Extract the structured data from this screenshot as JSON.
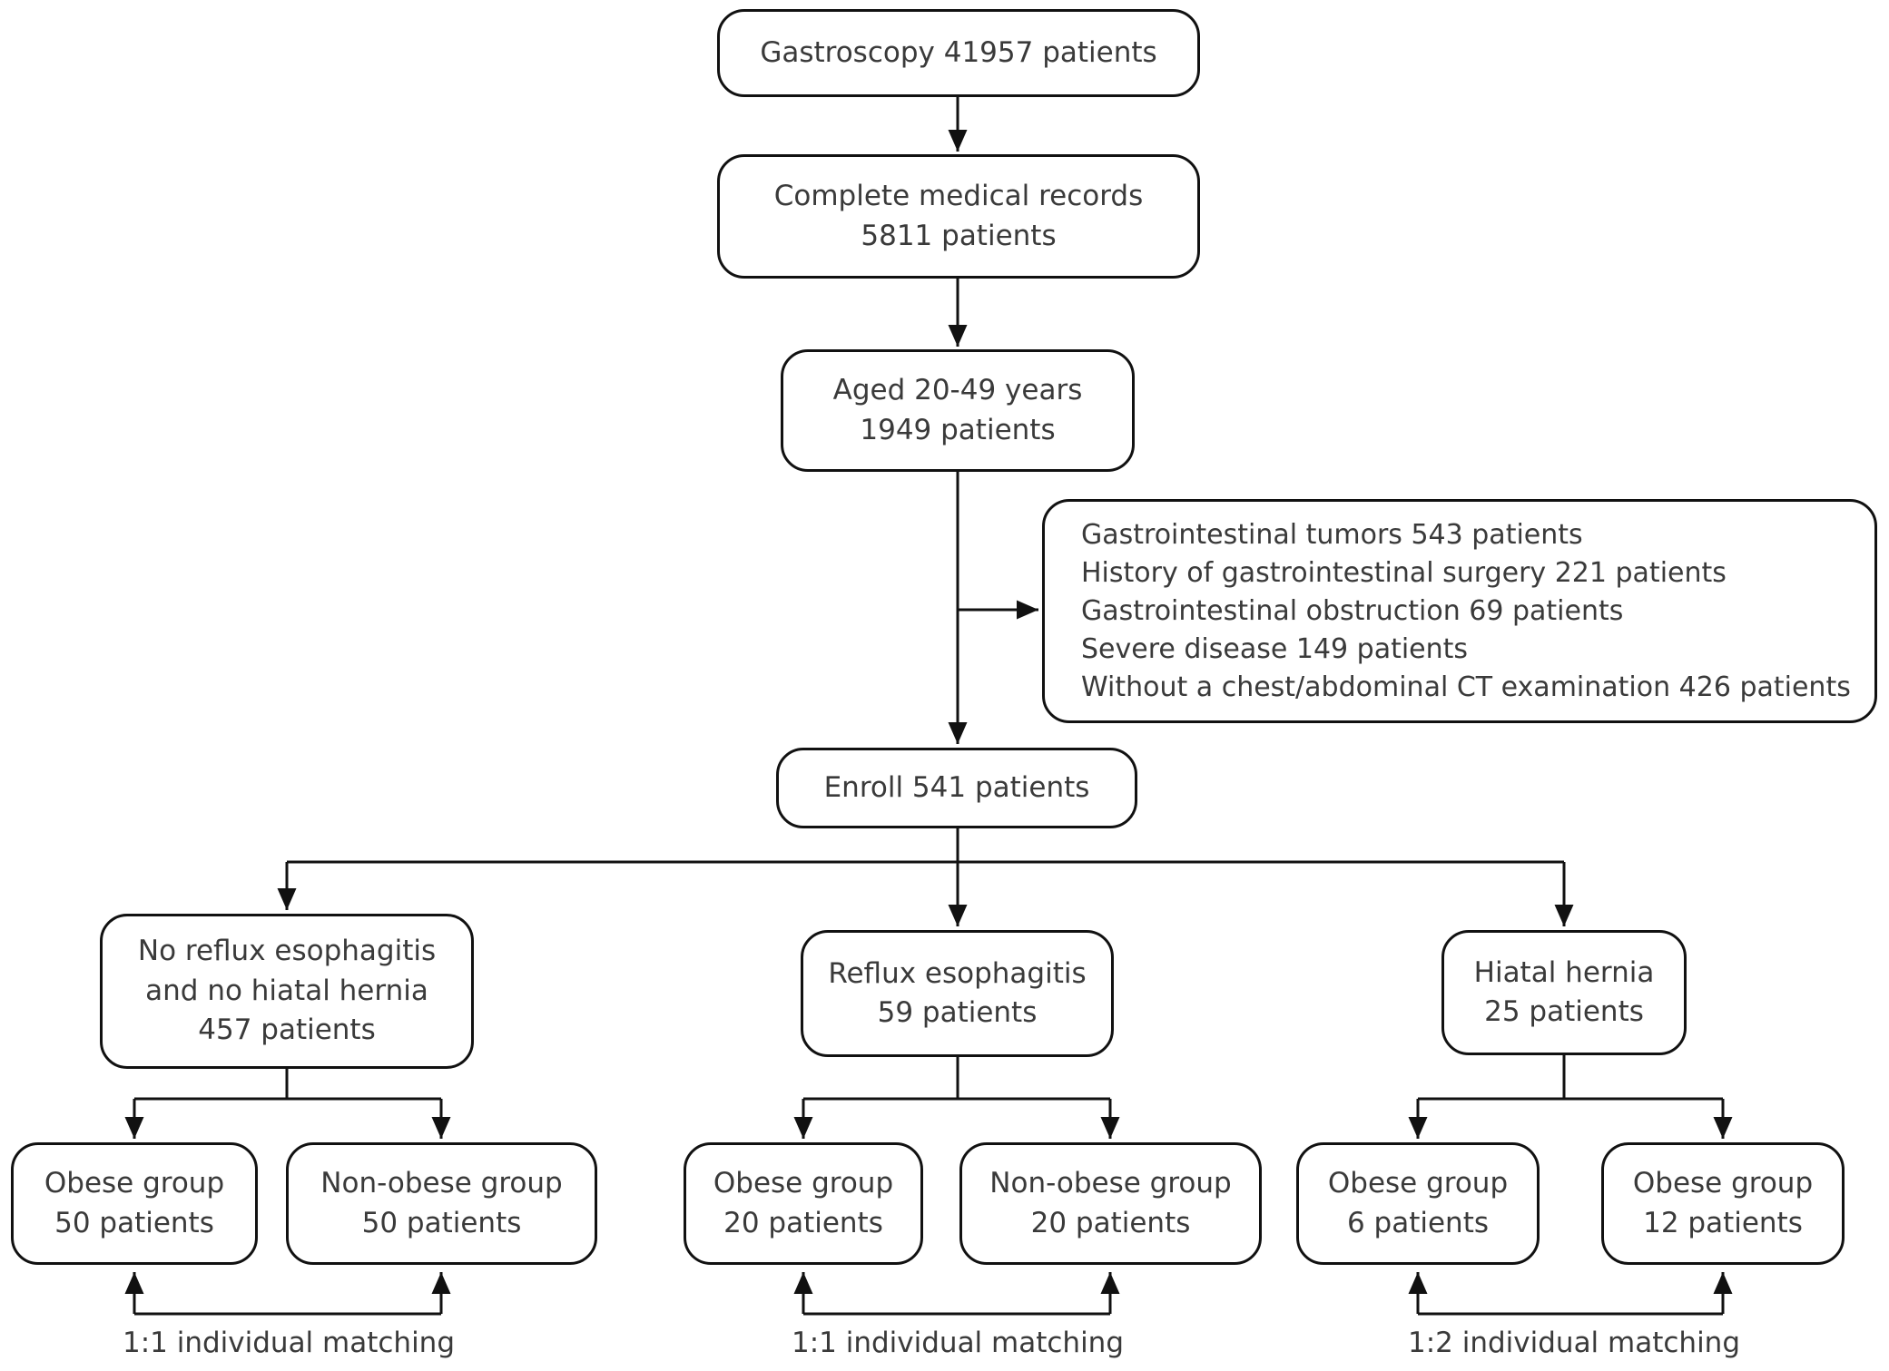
{
  "diagram": {
    "nodes": {
      "gastroscopy": "Gastroscopy 41957 patients",
      "complete_records": [
        "Complete medical records",
        "5811 patients"
      ],
      "aged": [
        "Aged 20-49 years",
        "1949 patients"
      ],
      "exclusions": [
        "Gastrointestinal tumors 543 patients",
        "History of gastrointestinal surgery 221 patients",
        "Gastrointestinal obstruction 69 patients",
        "Severe disease 149 patients",
        "Without a chest/abdominal CT examination 426 patients"
      ],
      "enroll": "Enroll 541 patients",
      "no_reflux_no_hernia": [
        "No reflux esophagitis",
        "and no hiatal hernia",
        "457 patients"
      ],
      "reflux_esophagitis": [
        "Reflux esophagitis",
        "59 patients"
      ],
      "hiatal_hernia": [
        "Hiatal hernia",
        "25 patients"
      ],
      "nrnh_obese": [
        "Obese group",
        "50 patients"
      ],
      "nrnh_nonobese": [
        "Non-obese group",
        "50 patients"
      ],
      "re_obese": [
        "Obese group",
        "20 patients"
      ],
      "re_nonobese": [
        "Non-obese group",
        "20 patients"
      ],
      "hh_obese": [
        "Obese group",
        "6 patients"
      ],
      "hh_obese_matched": [
        "Obese group",
        "12 patients"
      ]
    },
    "labels": {
      "match_left": "1:1 individual matching",
      "match_mid": "1:1 individual matching",
      "match_right": "1:2 individual matching"
    },
    "colors": {
      "line": "#111111",
      "text": "#3a3a3a",
      "background": "#ffffff"
    }
  }
}
